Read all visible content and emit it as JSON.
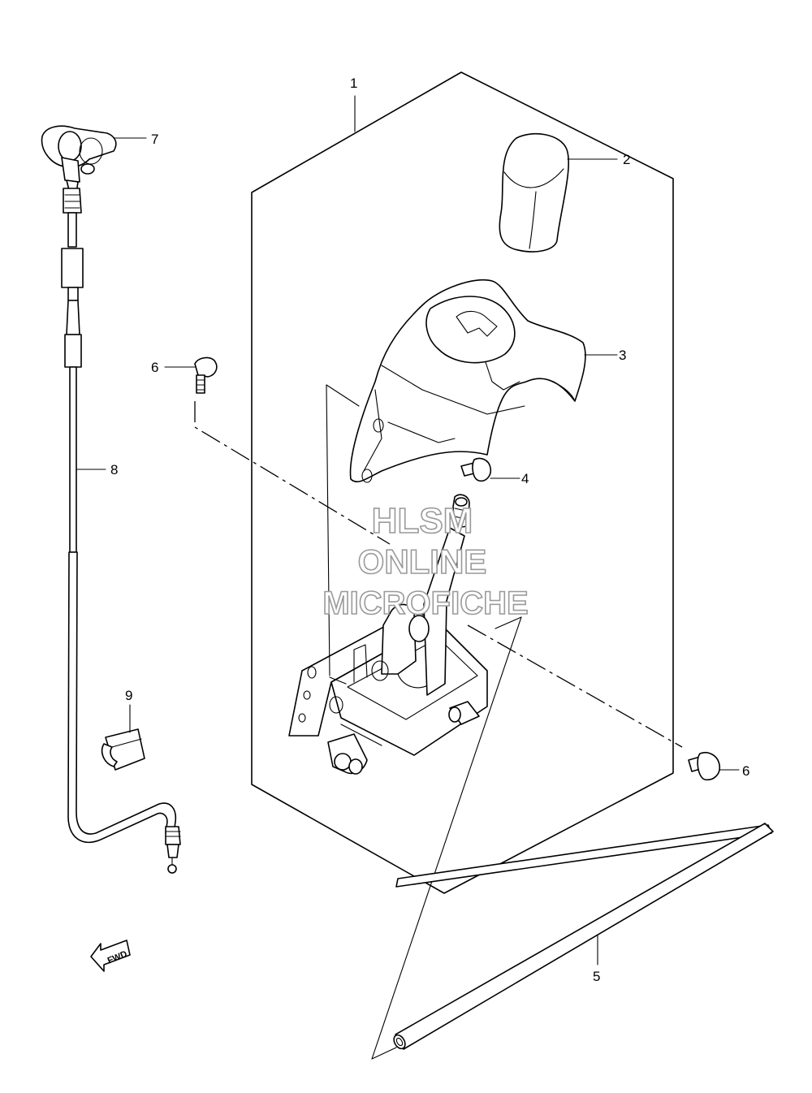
{
  "diagram": {
    "callouts": [
      {
        "id": "1",
        "label": "1"
      },
      {
        "id": "2",
        "label": "2"
      },
      {
        "id": "3",
        "label": "3"
      },
      {
        "id": "4",
        "label": "4"
      },
      {
        "id": "5",
        "label": "5"
      },
      {
        "id": "6a",
        "label": "6"
      },
      {
        "id": "6b",
        "label": "6"
      },
      {
        "id": "7",
        "label": "7"
      },
      {
        "id": "8",
        "label": "8"
      },
      {
        "id": "9",
        "label": "9"
      }
    ],
    "watermark": {
      "line1": "HLSM",
      "line2": "ONLINE",
      "line3": "MICROFICHE"
    },
    "direction_badge": "FWD"
  }
}
